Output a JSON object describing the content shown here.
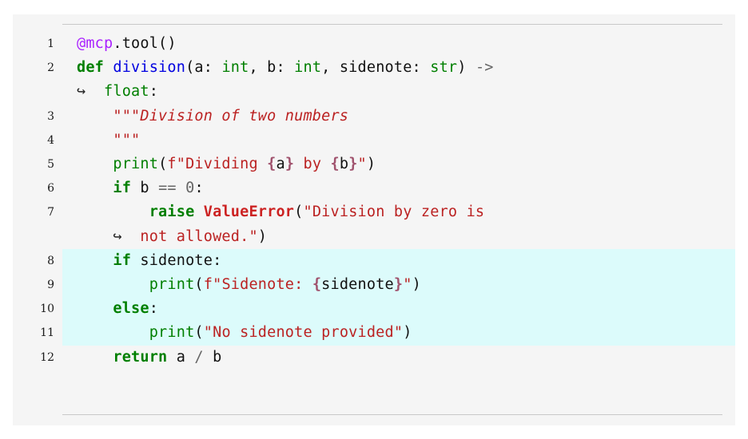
{
  "figure": {
    "language": "python",
    "background_color": "#f5f5f5",
    "rule_color": "#c8c8c8",
    "highlight_color": "#dcfbfb",
    "highlighted_lines": [
      8,
      9,
      10,
      11
    ],
    "continuation_symbol": "↪"
  },
  "palette": {
    "keyword": "#007f00",
    "function_name": "#0000e0",
    "builtin": "#007f00",
    "decorator": "#aa22ff",
    "string": "#bb2222",
    "exception": "#cc2222",
    "operator": "#666666",
    "interpolation": "#a0526d",
    "text": "#111111",
    "linenumber": "#1a1a1a"
  },
  "lines": [
    {
      "number": "1",
      "highlight": false,
      "text": "@mcp.tool()"
    },
    {
      "number": "2",
      "highlight": false,
      "text": "def division(a: int, b: int, sidenote: str) ->"
    },
    {
      "number": "",
      "highlight": false,
      "text": "↪  float:",
      "continuation": true
    },
    {
      "number": "3",
      "highlight": false,
      "text": "    \"\"\"Division of two numbers"
    },
    {
      "number": "4",
      "highlight": false,
      "text": "    \"\"\""
    },
    {
      "number": "5",
      "highlight": false,
      "text": "    print(f\"Dividing {a} by {b}\")"
    },
    {
      "number": "6",
      "highlight": false,
      "text": "    if b == 0:"
    },
    {
      "number": "7",
      "highlight": false,
      "text": "        raise ValueError(\"Division by zero is"
    },
    {
      "number": "",
      "highlight": false,
      "text": "↪  not allowed.\")",
      "continuation": true
    },
    {
      "number": "8",
      "highlight": true,
      "text": "    if sidenote:"
    },
    {
      "number": "9",
      "highlight": true,
      "text": "        print(f\"Sidenote: {sidenote}\")"
    },
    {
      "number": "10",
      "highlight": true,
      "text": "    else:"
    },
    {
      "number": "11",
      "highlight": true,
      "text": "        print(\"No sidenote provided\")"
    },
    {
      "number": "12",
      "highlight": false,
      "text": "    return a / b"
    }
  ],
  "source_code": "@mcp.tool()\ndef division(a: int, b: int, sidenote: str) -> float:\n    \"\"\"Division of two numbers\n    \"\"\"\n    print(f\"Dividing {a} by {b}\")\n    if b == 0:\n        raise ValueError(\"Division by zero is not allowed.\")\n    if sidenote:\n        print(f\"Sidenote: {sidenote}\")\n    else:\n        print(\"No sidenote provided\")\n    return a / b\n"
}
